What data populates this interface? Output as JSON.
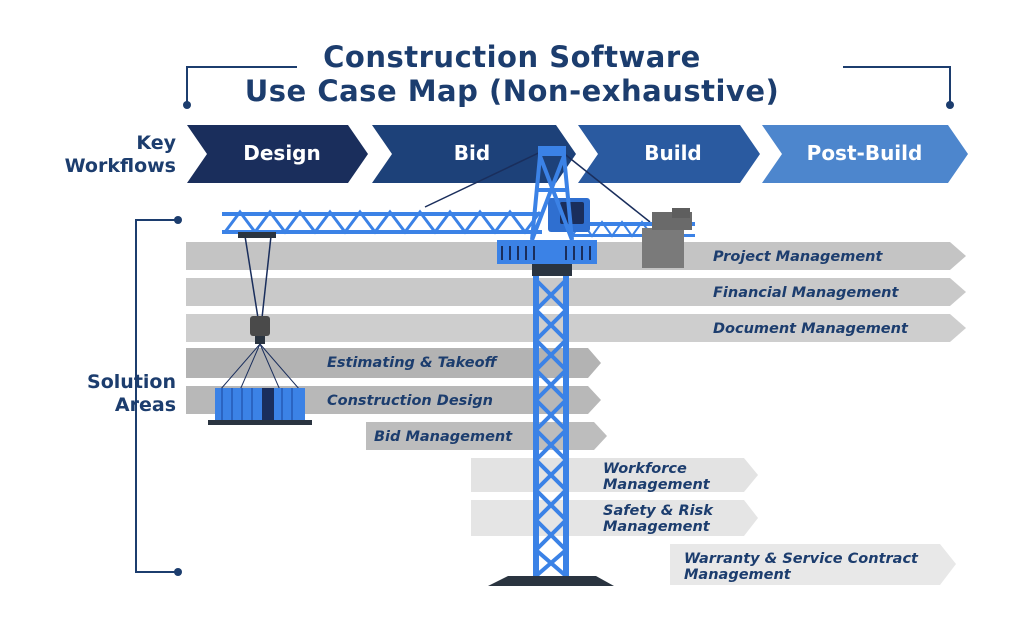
{
  "title": {
    "line1": "Construction Software",
    "line2": "Use Case Map (Non-exhaustive)"
  },
  "labels": {
    "workflows_line1": "Key",
    "workflows_line2": "Workflows",
    "solutions_line1": "Solution",
    "solutions_line2": "Areas"
  },
  "workflows": [
    "Design",
    "Bid",
    "Build",
    "Post-Build"
  ],
  "solution_areas": [
    {
      "line1": "Project Management",
      "line2": ""
    },
    {
      "line1": "Financial Management",
      "line2": ""
    },
    {
      "line1": "Document Management",
      "line2": ""
    },
    {
      "line1": "Estimating & Takeoff",
      "line2": ""
    },
    {
      "line1": "Construction Design",
      "line2": ""
    },
    {
      "line1": "Bid Management",
      "line2": ""
    },
    {
      "line1": "Workforce",
      "line2": "Management"
    },
    {
      "line1": "Safety & Risk",
      "line2": "Management"
    },
    {
      "line1": "Warranty & Service Contract",
      "line2": "Management"
    }
  ],
  "colors": {
    "title": "#1c3d6e",
    "design": "#1a2e5c",
    "bid": "#1d4179",
    "build": "#2a5aa0",
    "post_build": "#4d86cd",
    "crane": "#3b82e6",
    "bar_dark": "#b3b3b3",
    "bar_mid": "#cfcfcf",
    "bar_light": "#e6e6e6"
  }
}
